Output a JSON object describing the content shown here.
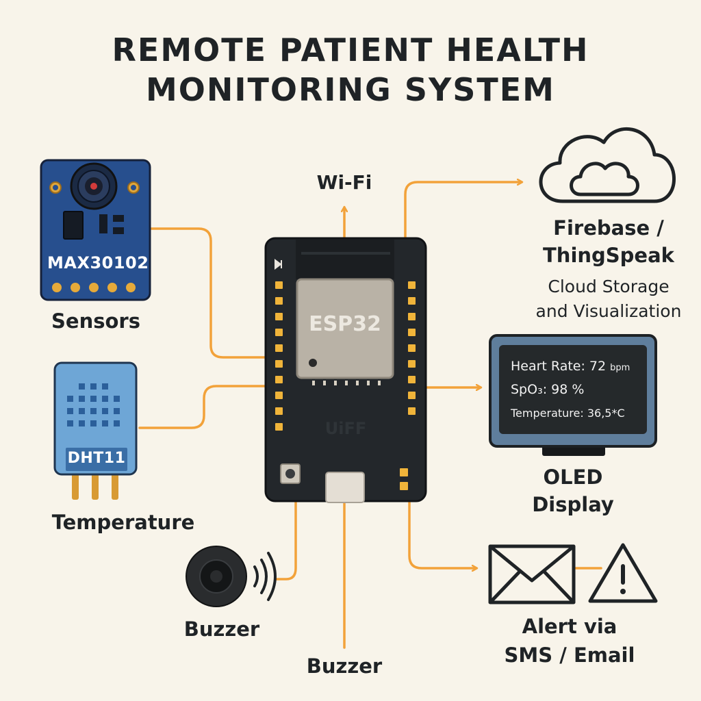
{
  "title": {
    "line1": "REMOTE PATIENT HEALTH",
    "line2": "MONITORING SYSTEM"
  },
  "sensors": {
    "max_module_label": "MAX30102",
    "max_caption": "Sensors",
    "dht_module_label": "DHT11",
    "dht_caption": "Temperature"
  },
  "esp32": {
    "chip_label": "ESP32",
    "board_mark": "UiFF"
  },
  "wifi_label": "Wi-Fi",
  "cloud": {
    "name_line1": "Firebase /",
    "name_line2": "ThingSpeak",
    "desc_line1": "Cloud Storage",
    "desc_line2": "and Visualization"
  },
  "oled": {
    "heart_rate": "Heart Rate: 72",
    "heart_rate_unit": "bpm",
    "spo2": "SpO₃: 98 %",
    "temperature": "Temperature: 36,5*C",
    "caption_line1": "OLED",
    "caption_line2": "Display"
  },
  "buzzer_left_label": "Buzzer",
  "buzzer_bottom_label": "Buzzer",
  "alert": {
    "line1": "Alert via",
    "line2": "SMS / Email"
  },
  "colors": {
    "background": "#f8f4ea",
    "connector": "#f2a23a",
    "board": "#23272b",
    "pcb_blue": "#274f8e",
    "oled_screen": "#25292b"
  }
}
